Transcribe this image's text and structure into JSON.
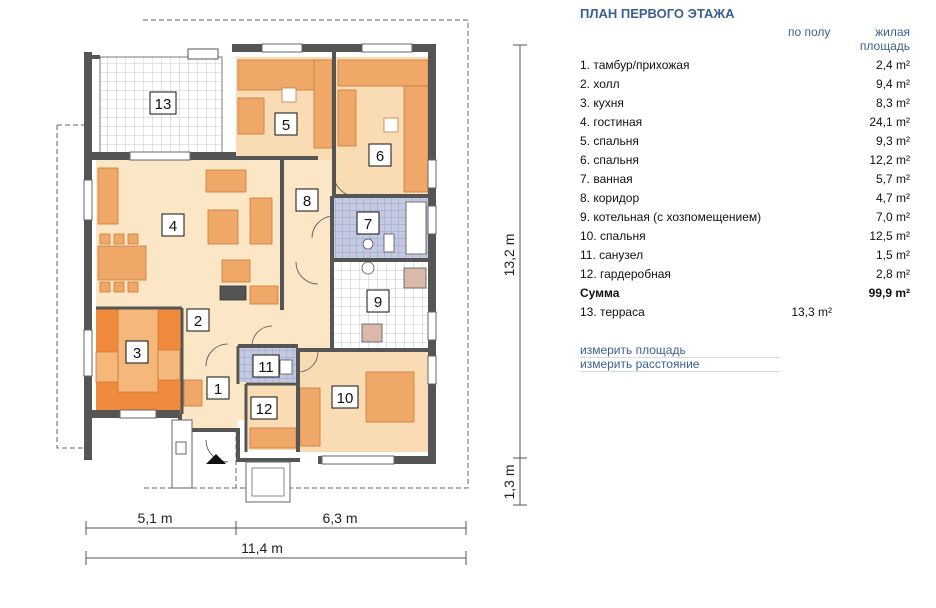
{
  "plan": {
    "dim_width_left": "5,1 m",
    "dim_width_right": "6,3 m",
    "dim_width_total": "11,4 m",
    "dim_height_main": "13,2 m",
    "dim_height_terrace": "1,3 m",
    "room_numbers": [
      "1",
      "2",
      "3",
      "4",
      "5",
      "6",
      "7",
      "8",
      "9",
      "10",
      "11",
      "12",
      "13"
    ]
  },
  "panel": {
    "title": "ПЛАН ПЕРВОГО ЭТАЖА",
    "col_floor": "по полу",
    "col_living": "жилая площадь",
    "rows": [
      {
        "name": "1. тамбур/прихожая",
        "floor": "",
        "living": "2,4 m²"
      },
      {
        "name": "2. холл",
        "floor": "",
        "living": "9,4 m²"
      },
      {
        "name": "3. кухня",
        "floor": "",
        "living": "8,3 m²"
      },
      {
        "name": "4. гостиная",
        "floor": "",
        "living": "24,1 m²"
      },
      {
        "name": "5. спальня",
        "floor": "",
        "living": "9,3 m²"
      },
      {
        "name": "6. спальня",
        "floor": "",
        "living": "12,2 m²"
      },
      {
        "name": "7. ванная",
        "floor": "",
        "living": "5,7 m²"
      },
      {
        "name": "8. коридор",
        "floor": "",
        "living": "4,7 m²"
      },
      {
        "name": "9. котельная (с хозпомещением)",
        "floor": "",
        "living": "7,0 m²"
      },
      {
        "name": "10. спальня",
        "floor": "",
        "living": "12,5 m²"
      },
      {
        "name": "11. санузел",
        "floor": "",
        "living": "1,5 m²"
      },
      {
        "name": "12. гардеробная",
        "floor": "",
        "living": "2,8 m²"
      },
      {
        "name": "Сумма",
        "floor": "",
        "living": "99,9 m²",
        "sum": true
      },
      {
        "name": "13. терраса",
        "floor": "13,3 m²",
        "living": ""
      }
    ],
    "tool_area": "измерить площадь",
    "tool_distance": "измерить расстояние"
  },
  "colors": {
    "wall": "#555555",
    "living": "#fbe6c6",
    "bedroom": "#f9dcb4",
    "furniture": "#f0a868",
    "kitchen": "#f08a3c",
    "tile": "#d9d9e6",
    "bath_tile": "#aab4d2",
    "label_blue": "#3b5f95"
  }
}
